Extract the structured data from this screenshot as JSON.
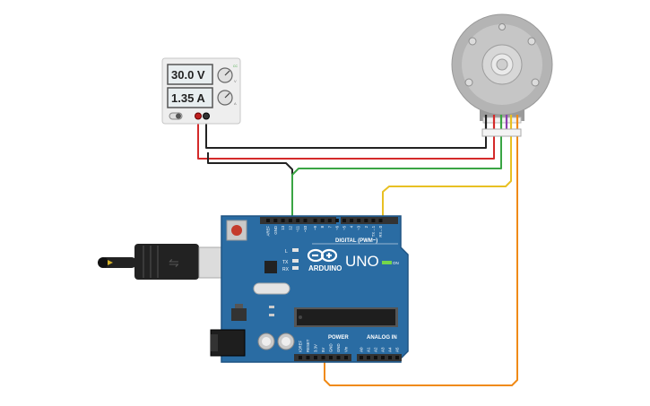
{
  "power_supply": {
    "voltage_display": "30.0 V",
    "current_display": "1.35 A",
    "knob_voltage_label": "V",
    "knob_current_label": "A",
    "tiny_label": "CC"
  },
  "arduino": {
    "logo_text": "ARDUINO",
    "model": "UNO",
    "digital_label": "DIGITAL (PWM~)",
    "power_label": "POWER",
    "analog_label": "ANALOG IN",
    "on_label": "ON",
    "led_l": "L",
    "led_tx": "TX",
    "led_rx": "RX",
    "top_pins": [
      "AREF",
      "GND",
      "13",
      "12",
      "~11",
      "~10",
      "~9",
      "8",
      "7",
      "~6",
      "~5",
      "4",
      "~3",
      "2",
      "TX→1",
      "RX←0"
    ],
    "power_pins": [
      "IOREF",
      "RESET",
      "3.3V",
      "5V",
      "GND",
      "GND",
      "Vin"
    ],
    "analog_pins": [
      "A0",
      "A1",
      "A2",
      "A3",
      "A4",
      "A5"
    ]
  },
  "colors": {
    "board": "#2a6ca3",
    "board_edge": "#1f5483",
    "wire_black": "#222222",
    "wire_red": "#d42a2a",
    "wire_green": "#3aa544",
    "wire_yellow": "#e8c023",
    "wire_orange": "#f08a16",
    "wire_purple": "#8b3fb0",
    "lcd_bg": "#e8eef0",
    "motor_body": "#b4b4b4"
  }
}
